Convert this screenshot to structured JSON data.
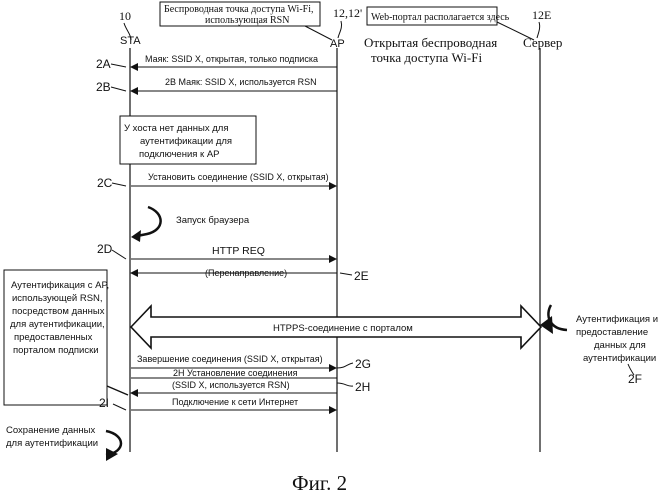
{
  "entities": {
    "sta": {
      "num": "10",
      "name": "STA"
    },
    "ap": {
      "num": "12,12'",
      "name": "AP",
      "label": [
        "Открытая беспроводная",
        "точка доступа Wi-Fi"
      ]
    },
    "server": {
      "num": "12E",
      "name": "Сервер"
    }
  },
  "callouts": {
    "rsn_ap": [
      "Беспроводная точка доступа Wi-Fi,",
      "использующая RSN"
    ],
    "portal": "Web-портал располагается здесь"
  },
  "messages": {
    "m2a": {
      "ref": "2A",
      "text": "Маяк: SSID X, открытая, только подписка"
    },
    "m2b": {
      "ref": "2B",
      "text": "2B Маяк: SSID X, используется RSN"
    },
    "m2c": {
      "ref": "2C",
      "text": "Установить соединение (SSID X, открытая)"
    },
    "m2d": {
      "ref": "2D",
      "text": "HTTP REQ"
    },
    "m2e": {
      "ref": "2E",
      "text": "(Перенаправление)"
    },
    "https": {
      "text": "HTPPS-соединение с порталом"
    },
    "m2g": {
      "ref": "2G",
      "text": "Завершение соединения (SSID X, открытая)"
    },
    "m2h": {
      "ref": "2H",
      "text": [
        "2H Установление соединения",
        "(SSID X, используется RSN)"
      ]
    },
    "m2i": {
      "ref": "2I",
      "text": "Подключение к сети Интернет"
    }
  },
  "notes": {
    "no_data": [
      "У хоста нет данных для",
      "аутентификации для",
      "подключения к AP"
    ],
    "browser": "Запуск браузера",
    "auth_ap": [
      "Аутентификация с AP,",
      "использующей RSN,",
      "посредством данных",
      "для аутентификации,",
      "предоставленных",
      "порталом подписки"
    ],
    "auth_server": [
      "Аутентификация и",
      "предоставление",
      "данных для",
      "аутентификации"
    ],
    "server_ref": "2F",
    "save": [
      "Сохранение данных",
      "для аутентификации"
    ]
  },
  "caption": "Фиг. 2"
}
